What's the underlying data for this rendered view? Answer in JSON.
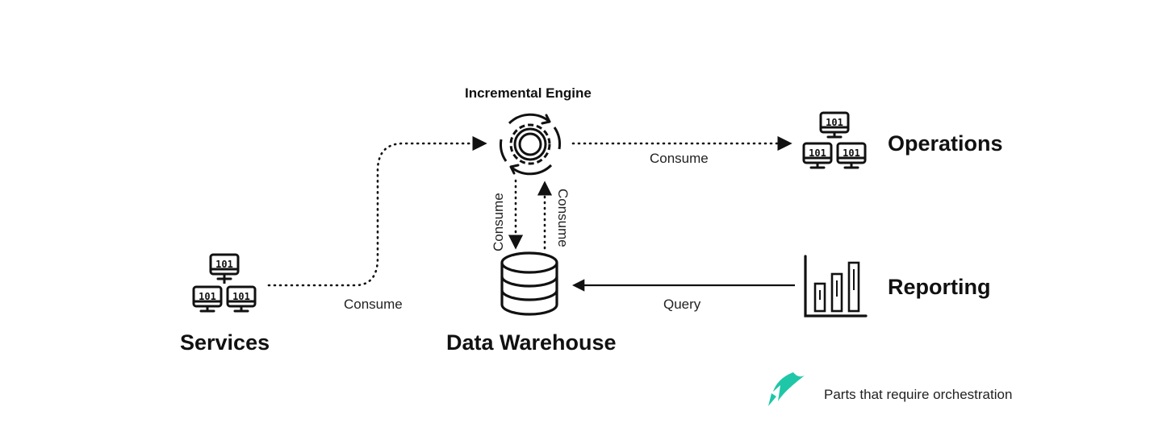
{
  "nodes": {
    "services": {
      "label": "Services",
      "icon": "servers-network-icon"
    },
    "engine": {
      "label": "Incremental Engine",
      "icon": "gear-cycle-icon"
    },
    "warehouse": {
      "label": "Data Warehouse",
      "icon": "database-icon"
    },
    "operations": {
      "label": "Operations",
      "icon": "servers-network-icon"
    },
    "reporting": {
      "label": "Reporting",
      "icon": "bar-chart-icon"
    }
  },
  "edges": {
    "services_to_engine": "Consume",
    "engine_to_operations": "Consume",
    "engine_to_warehouse": "Consume",
    "warehouse_to_engine": "Consume",
    "reporting_to_warehouse": "Query"
  },
  "server_icon_text": "101",
  "legend": {
    "text": "Parts that require orchestration",
    "marker_color": "#1fc7a8"
  }
}
